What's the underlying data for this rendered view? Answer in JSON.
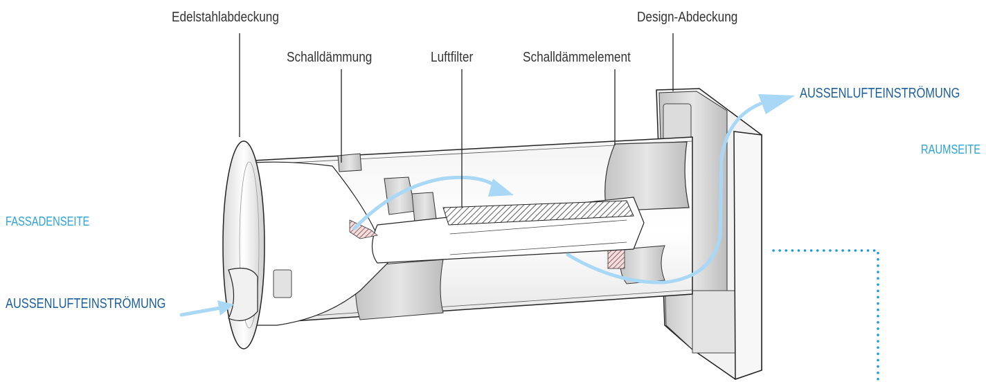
{
  "labels": {
    "edelstahlabdeckung": "Edelstahlabdeckung",
    "design_abdeckung": "Design-Abdeckung",
    "schalldaemmung": "Schalldämmung",
    "luftfilter": "Luftfilter",
    "schalldaemmelement": "Schalldämmelement",
    "aussenluft_top": "AUSSENLUFTEINSTRÖMUNG",
    "raumseite": "RAUMSEITE",
    "fassadenseite": "FASSADENSEITE",
    "aussenluft_bottom": "AUSSENLUFTEINSTRÖMUNG"
  },
  "colors": {
    "label_text": "#333333",
    "flow_dark_blue": "#1b5e9e",
    "flow_light_blue": "#2ba3d9",
    "arrow": "#a8d8f5",
    "dotted": "#1a9ad6",
    "line": "#222222"
  }
}
